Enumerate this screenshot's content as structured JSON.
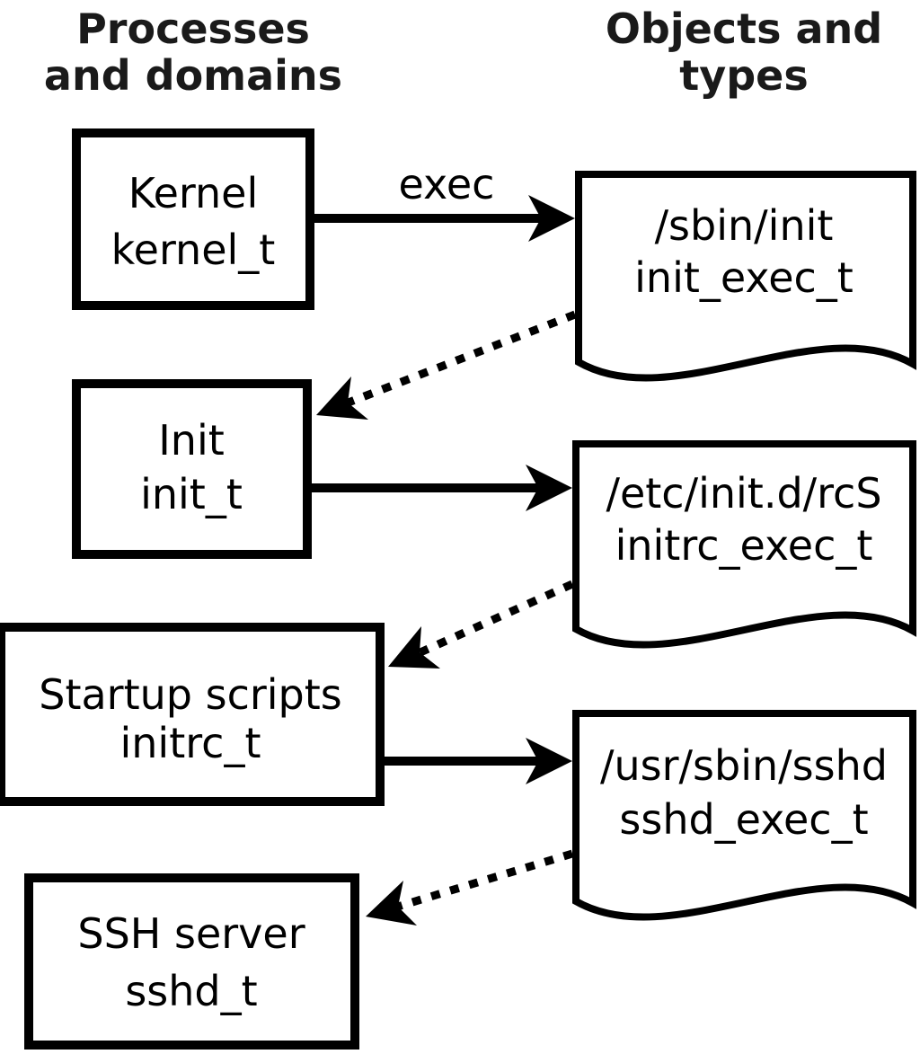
{
  "diagram": {
    "column_headers": {
      "left": {
        "line1": "Processes",
        "line2": "and domains"
      },
      "right": {
        "line1": "Objects and",
        "line2": "types"
      }
    },
    "process_nodes": [
      {
        "name": "Kernel",
        "type": "kernel_t"
      },
      {
        "name": "Init",
        "type": "init_t"
      },
      {
        "name": "Startup scripts",
        "type": "initrc_t"
      },
      {
        "name": "SSH server",
        "type": "sshd_t"
      }
    ],
    "object_nodes": [
      {
        "path": "/sbin/init",
        "type": "init_exec_t"
      },
      {
        "path": "/etc/init.d/rcS",
        "type": "initrc_exec_t"
      },
      {
        "path": "/usr/sbin/sshd",
        "type": "sshd_exec_t"
      }
    ],
    "edge_labels": {
      "exec": "exec"
    },
    "edges": [
      {
        "from": "kernel_t",
        "to": "/sbin/init",
        "style": "solid",
        "label": "exec"
      },
      {
        "from": "/sbin/init",
        "to": "init_t",
        "style": "dotted",
        "label": ""
      },
      {
        "from": "init_t",
        "to": "/etc/init.d/rcS",
        "style": "solid",
        "label": ""
      },
      {
        "from": "/etc/init.d/rcS",
        "to": "initrc_t",
        "style": "dotted",
        "label": ""
      },
      {
        "from": "initrc_t",
        "to": "/usr/sbin/sshd",
        "style": "solid",
        "label": ""
      },
      {
        "from": "/usr/sbin/sshd",
        "to": "sshd_t",
        "style": "dotted",
        "label": ""
      }
    ],
    "colors": {
      "foreground": "#000000",
      "background": "#ffffff"
    }
  }
}
